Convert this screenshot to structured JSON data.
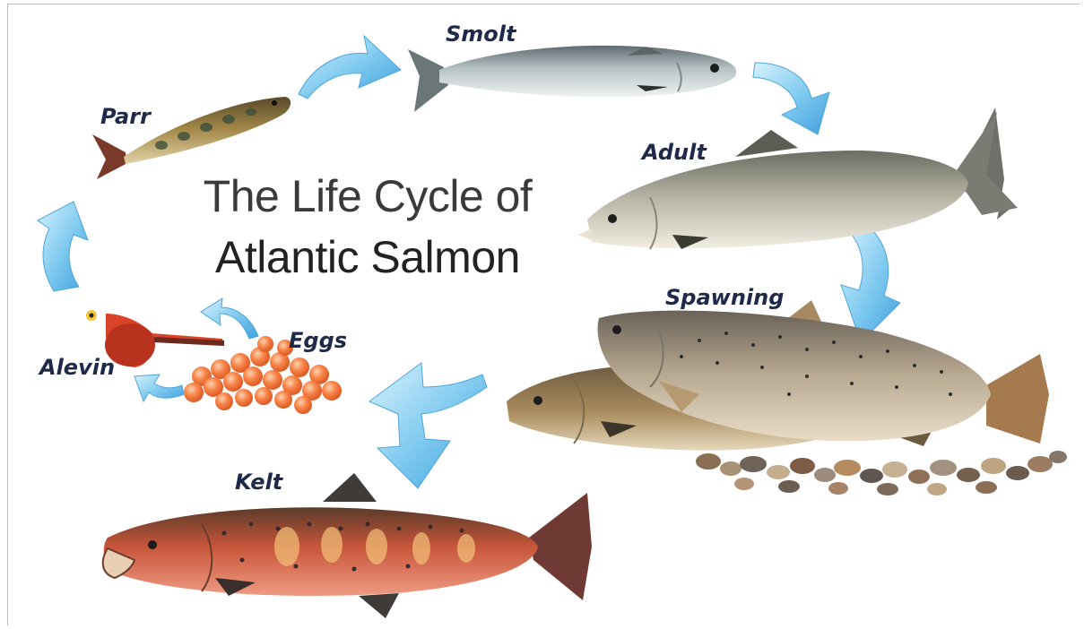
{
  "title": {
    "line1": "The Life Cycle of",
    "line2": "Atlantic Salmon"
  },
  "stages": {
    "smolt": "Smolt",
    "parr": "Parr",
    "adult": "Adult",
    "spawning": "Spawning",
    "eggs": "Eggs",
    "alevin": "Alevin",
    "kelt": "Kelt"
  },
  "colors": {
    "arrow": "#5fb6e8",
    "arrow_light": "#c7ecfb",
    "label": "#1f2a4a",
    "egg": "#f57a3a"
  },
  "icons": [
    "cycle-arrow-icon",
    "fish-illustration",
    "egg-cluster",
    "gravel-bed"
  ]
}
